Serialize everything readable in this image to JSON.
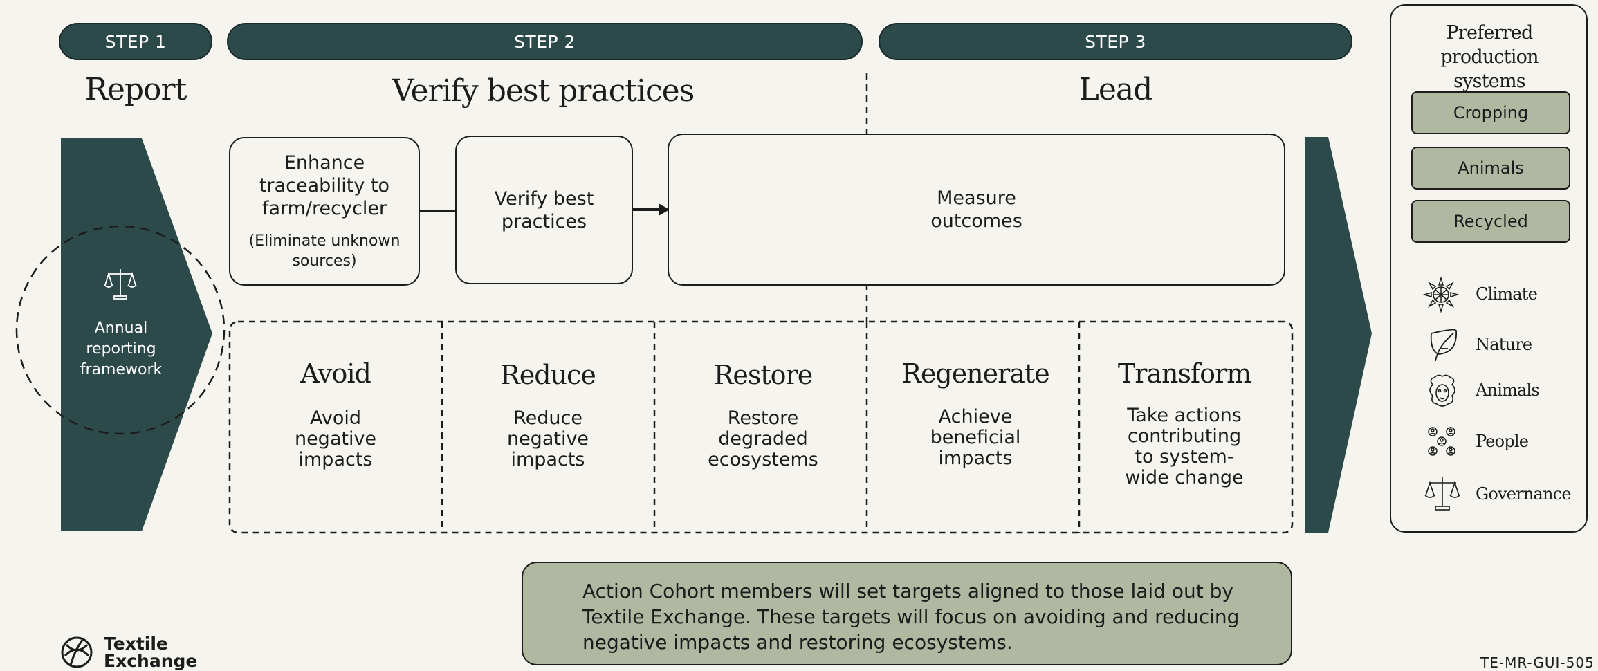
{
  "steps": [
    {
      "label": "STEP 1",
      "heading": "Report"
    },
    {
      "label": "STEP 2",
      "heading": "Verify best practices"
    },
    {
      "label": "STEP 3",
      "heading": "Lead"
    }
  ],
  "report_panel": {
    "icon": "scales-icon",
    "text": "Annual reporting framework"
  },
  "process": {
    "enhance": {
      "main": "Enhance traceability to farm/recycler",
      "note": "(Eliminate unknown sources)"
    },
    "verify": "Verify best practices",
    "measure": "Measure outcomes"
  },
  "outcomes": [
    {
      "title": "Avoid",
      "desc": "Avoid negative impacts"
    },
    {
      "title": "Reduce",
      "desc": "Reduce negative impacts"
    },
    {
      "title": "Restore",
      "desc": "Restore degraded ecosystems"
    },
    {
      "title": "Regenerate",
      "desc": "Achieve beneficial impacts"
    },
    {
      "title": "Transform",
      "desc": "Take actions contributing to system-wide change"
    }
  ],
  "sidebar": {
    "title": "Preferred production systems",
    "systems": [
      "Cropping",
      "Animals",
      "Recycled"
    ],
    "legend": [
      {
        "icon": "sunflower-icon",
        "label": "Climate"
      },
      {
        "icon": "leaf-icon",
        "label": "Nature"
      },
      {
        "icon": "sheep-icon",
        "label": "Animals"
      },
      {
        "icon": "people-icon",
        "label": "People"
      },
      {
        "icon": "scales-icon",
        "label": "Governance"
      }
    ]
  },
  "callout": "Action Cohort members will set targets aligned to those laid out by Textile Exchange. These targets will focus on avoiding and reducing negative impacts and restoring ecosystems.",
  "footer": {
    "logo_line1": "Textile",
    "logo_line2": "Exchange",
    "code": "TE-MR-GUI-505"
  },
  "colors": {
    "dark_teal": "#2d4a4a",
    "sage": "#b1b8a1",
    "background": "#f5f4ef"
  }
}
